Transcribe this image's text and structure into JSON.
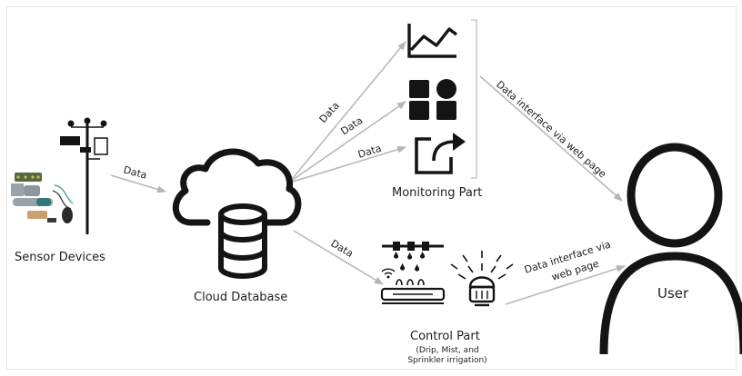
{
  "nodes": {
    "sensor_devices": "Sensor Devices",
    "cloud_database": "Cloud Database",
    "monitoring_part": "Monitoring Part",
    "control_part": "Control Part",
    "control_part_detail": [
      "(Drip, Mist, and",
      "Sprinkler irrigation)"
    ],
    "user": "User"
  },
  "edges": {
    "sensor_to_cloud": "Data",
    "cloud_to_chart": "Data",
    "cloud_to_dashboard": "Data",
    "cloud_to_export": "Data",
    "cloud_to_control": "Data",
    "monitoring_to_user": "Data interface via web page",
    "control_to_user_line1": "Data interface via",
    "control_to_user_line2": "web page"
  },
  "icons": [
    "weather-station-icon",
    "sensor-probes-icon",
    "cloud-icon",
    "database-icon",
    "line-chart-icon",
    "dashboard-tiles-icon",
    "export-icon",
    "drip-irrigation-icon",
    "sprinkler-icon",
    "user-icon"
  ],
  "colors": {
    "arrow": "#b4b4b4",
    "icon": "#141414",
    "text": "#1e1e1e"
  }
}
